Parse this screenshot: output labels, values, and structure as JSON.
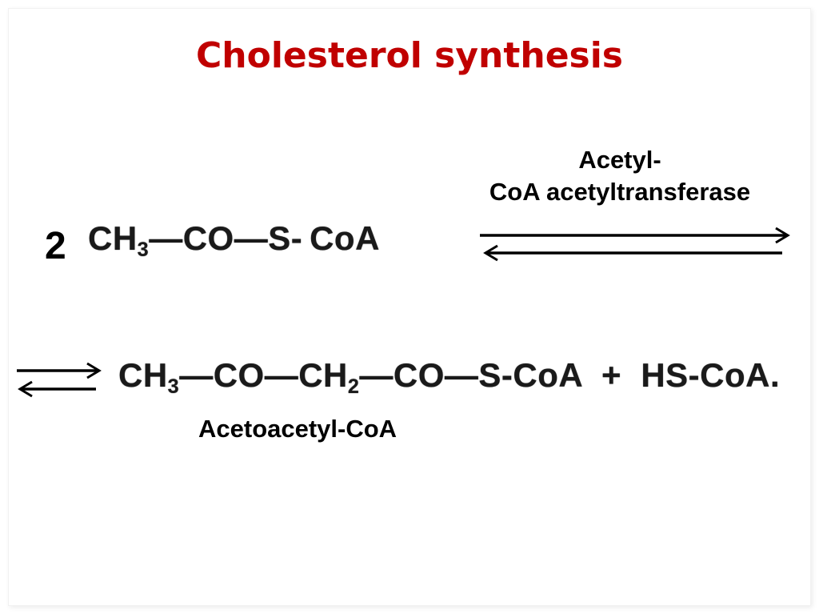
{
  "title": {
    "text": "Cholesterol synthesis",
    "color": "#c00000"
  },
  "enzyme": {
    "line1": "Acetyl-",
    "line2": "CoA acetyltransferase"
  },
  "reaction": {
    "coefficient": "2",
    "reactant": {
      "part1": "CH",
      "sub1": "3",
      "part2": "—CO—S- CoA"
    },
    "product": {
      "part1": "CH",
      "sub1": "3",
      "part2": "—CO—CH",
      "sub2": "2",
      "part3": "—CO—S-CoA  +  HS-CoA."
    },
    "product_name": "Acetoacetyl-CoA"
  },
  "icons": [
    "equilibrium-arrow-icon",
    "equilibrium-arrow-icon"
  ]
}
